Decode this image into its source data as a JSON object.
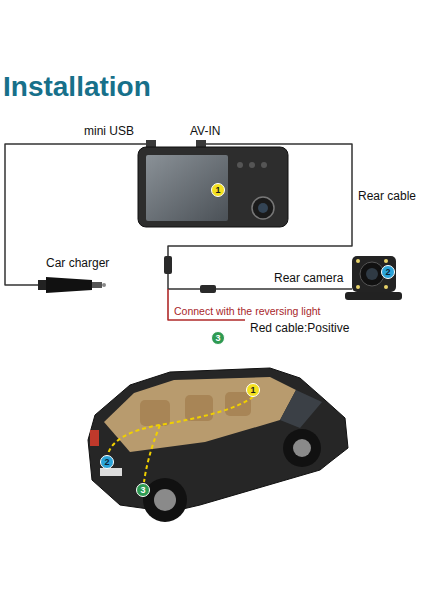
{
  "diagram": {
    "title": "Installation",
    "nodes": [
      {
        "text": [
          "1"
        ]
      },
      {
        "text": [
          "2"
        ]
      },
      {
        "text": [
          "3"
        ]
      },
      {
        "text": [
          "1"
        ]
      },
      {
        "text": [
          "2"
        ]
      },
      {
        "text": [
          "3"
        ]
      }
    ],
    "labels": [
      "mini USB",
      "AV-IN",
      "Rear cable",
      "Car charger",
      "Rear camera",
      "Connect with the reversing light",
      "Red cable:Positive"
    ]
  }
}
